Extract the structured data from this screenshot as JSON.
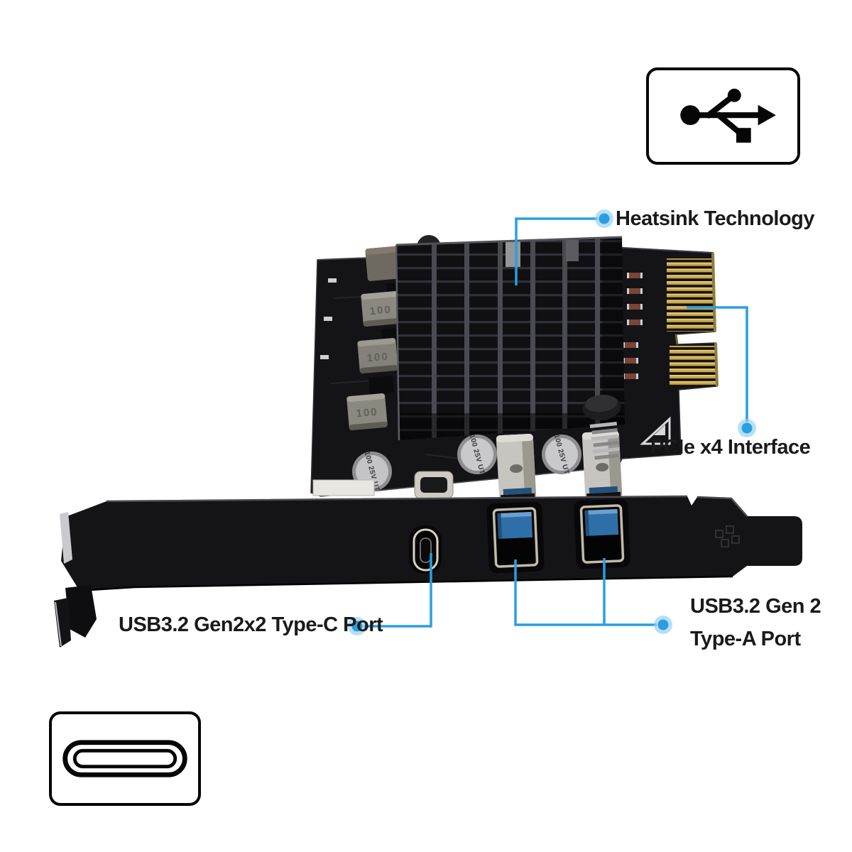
{
  "colors": {
    "callout_blue": "#2B9EE1",
    "callout_halo": "#8FD0F2",
    "label_text": "#1A1A1A",
    "usb3_tongue": "#2F6FA9",
    "pcie_gold": "#C9A850"
  },
  "callouts": {
    "heatsink": {
      "label": "Heatsink Technology"
    },
    "pcie": {
      "label": "PCIe x4 Interface"
    },
    "type_c": {
      "label": "USB3.2 Gen2x2 Type-C Port"
    },
    "type_a": {
      "line1": "USB3.2 Gen 2",
      "line2": "Type-A Port"
    }
  },
  "card": {
    "component_labels": {
      "inductor": "100",
      "capacitor": "100 25V UT"
    }
  }
}
